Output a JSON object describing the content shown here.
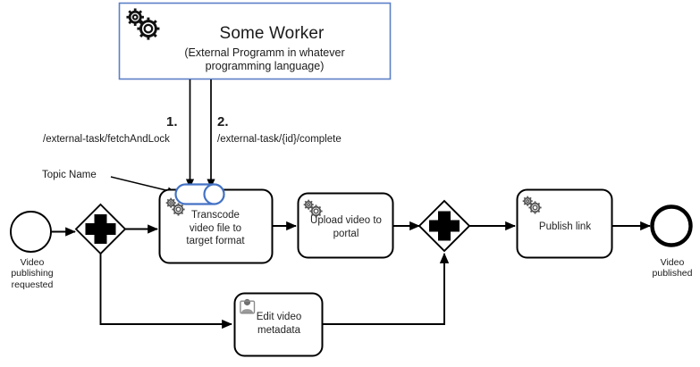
{
  "diagram": {
    "type": "bpmn-external-task-pattern",
    "colors": {
      "worker_border": "#4472C4",
      "topic_pill": "#4472C4",
      "flow_line": "#000000",
      "text": "#1a1a1a",
      "task_text": "#232323",
      "background": "#ffffff"
    }
  },
  "worker": {
    "title": "Some Worker",
    "subtitle_line1": "(External Programm in whatever",
    "subtitle_line2": "programming language)",
    "icon": "double-gear-icon"
  },
  "api_calls": [
    {
      "number": "1.",
      "path": "/external-task/fetchAndLock"
    },
    {
      "number": "2.",
      "path": "/external-task/{id}/complete"
    }
  ],
  "annotations": [
    {
      "id": "topic-name",
      "text": "Topic Name"
    }
  ],
  "events": [
    {
      "id": "start-event",
      "kind": "start",
      "label_line1": "Video",
      "label_line2": "publishing",
      "label_line3": "requested",
      "label": "Video\npublishing\nrequested"
    },
    {
      "id": "end-event",
      "kind": "end",
      "label_line1": "Video",
      "label_line2": "published",
      "label": "Video\npublished"
    }
  ],
  "gateways": [
    {
      "id": "split-gateway",
      "kind": "parallel",
      "symbol": "plus"
    },
    {
      "id": "join-gateway",
      "kind": "parallel",
      "symbol": "plus"
    }
  ],
  "tasks": [
    {
      "id": "task-transcode",
      "label": "Transcode\nvideo file to\ntarget format",
      "icon": "double-gear-icon",
      "task_type": "service-task",
      "has_topic_pill": true
    },
    {
      "id": "task-upload",
      "label": "Upload video to\nportal",
      "icon": "double-gear-icon",
      "task_type": "service-task",
      "has_topic_pill": false
    },
    {
      "id": "task-publish",
      "label": "Publish link",
      "icon": "double-gear-icon",
      "task_type": "service-task",
      "has_topic_pill": false
    },
    {
      "id": "task-edit",
      "label": "Edit video\nmetadata",
      "icon": "user-icon",
      "task_type": "user-task",
      "has_topic_pill": false
    }
  ]
}
